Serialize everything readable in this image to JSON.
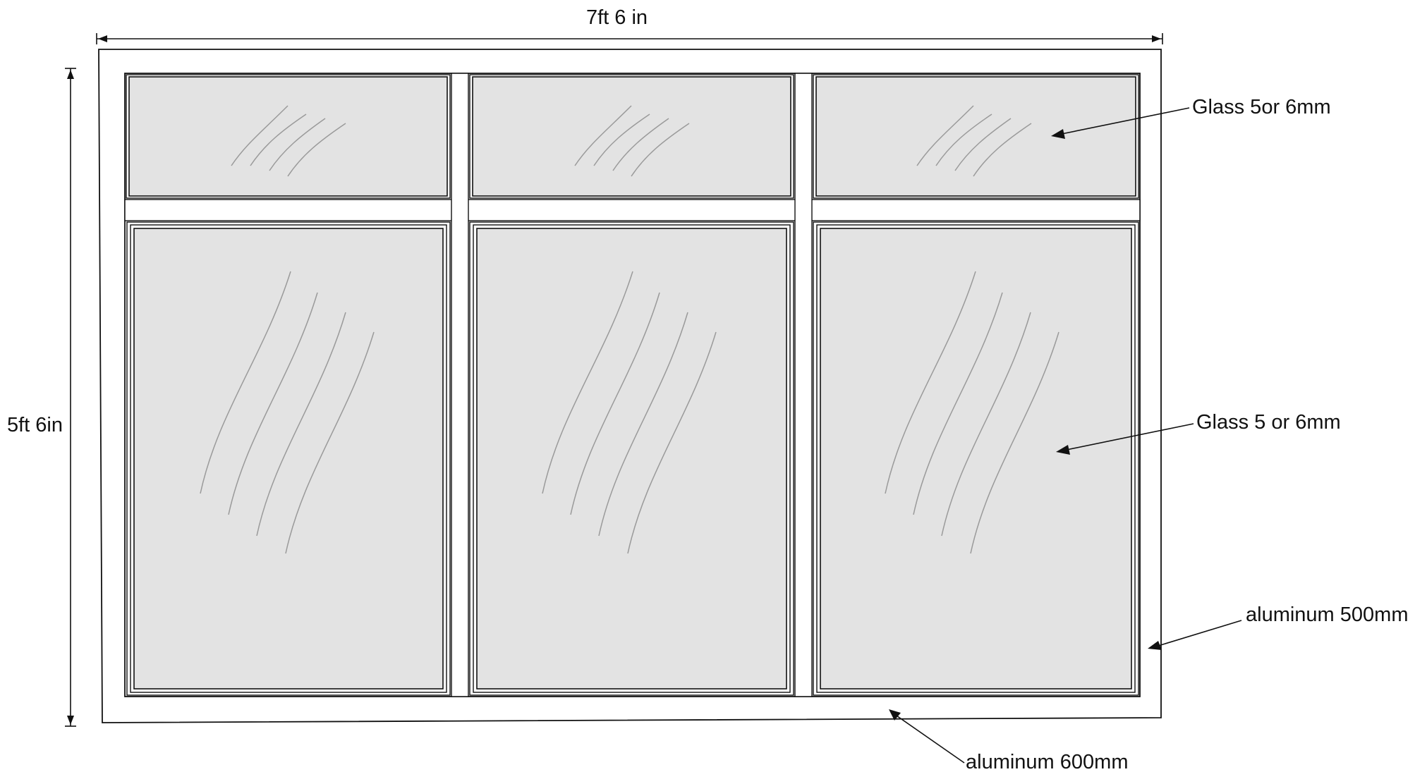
{
  "dimensions": {
    "width_label": "7ft 6 in",
    "height_label": "5ft 6in"
  },
  "callouts": {
    "top_glass": "Glass 5or 6mm",
    "main_glass": "Glass 5 or 6mm",
    "side_frame": "aluminum 500mm",
    "bottom_frame": "aluminum 600mm"
  }
}
